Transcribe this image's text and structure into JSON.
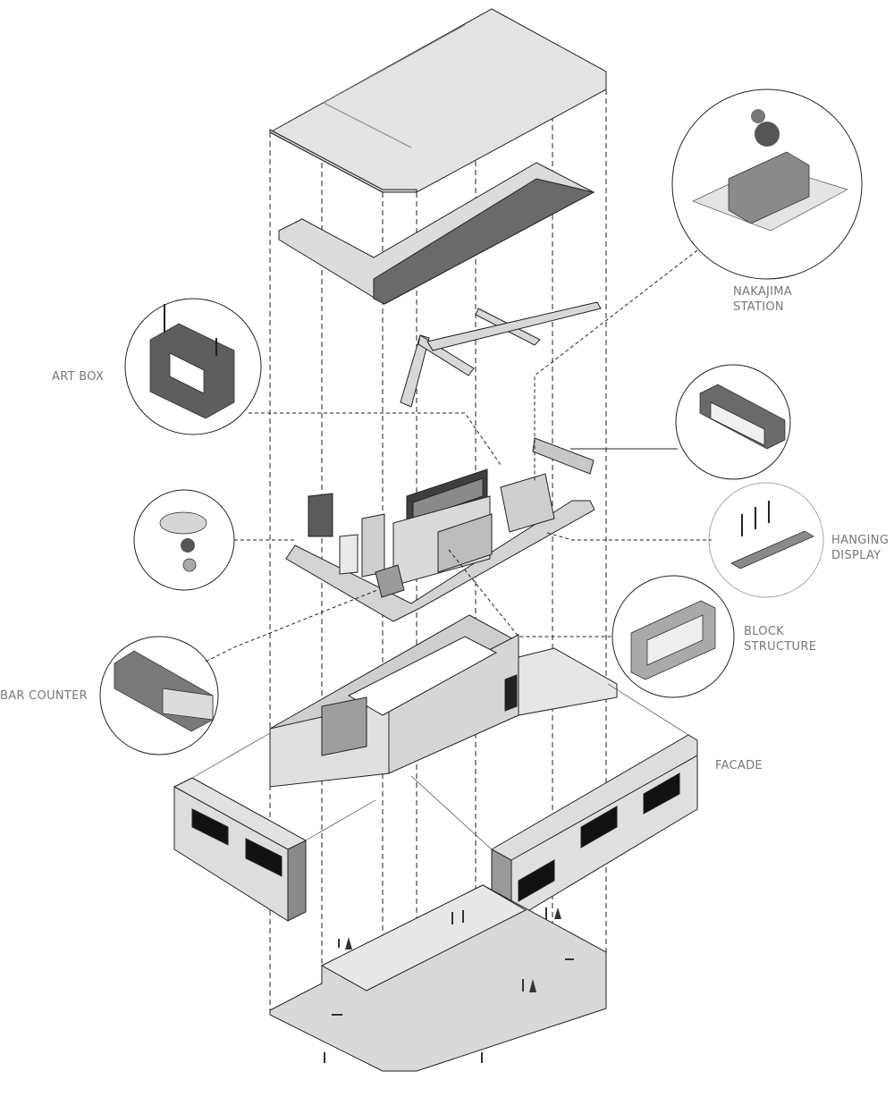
{
  "labels": {
    "nakajima_station": "NAKAJIMA\nSTATION",
    "art_box": "ART BOX",
    "hanging_display": "HANGING\nDISPLAY",
    "block_structure": "BLOCK\nSTRUCTURE",
    "bar_counter": "BAR COUNTER",
    "facade": "FACADE"
  },
  "colors": {
    "line": "#222222",
    "roof_fill": "#e6e6e6",
    "slab_fill": "#d2d2d2",
    "dark_fill": "#5a5a5a",
    "label_text": "#777777"
  }
}
